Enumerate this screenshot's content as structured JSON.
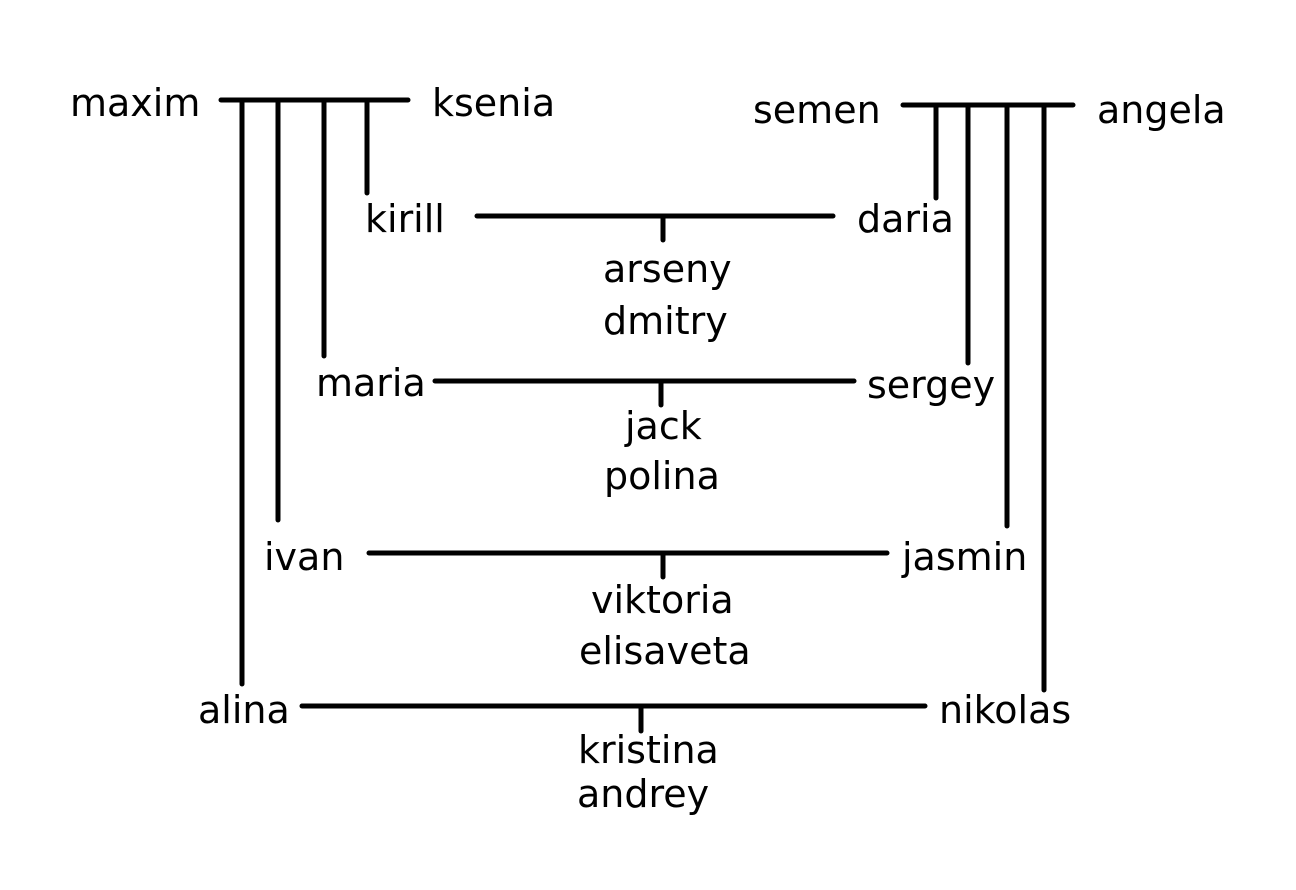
{
  "colors": {
    "line": "#000000",
    "background": "#ffffff"
  },
  "people": {
    "maxim": "maxim",
    "ksenia": "ksenia",
    "semen": "semen",
    "angela": "angela",
    "kirill": "kirill",
    "daria": "daria",
    "arseny": "arseny",
    "dmitry": "dmitry",
    "maria": "maria",
    "sergey": "sergey",
    "jack": "jack",
    "polina": "polina",
    "ivan": "ivan",
    "jasmin": "jasmin",
    "viktoria": "viktoria",
    "elisaveta": "elisaveta",
    "alina": "alina",
    "nikolas": "nikolas",
    "kristina": "kristina",
    "andrey": "andrey"
  },
  "couples": [
    {
      "partners": [
        "maxim",
        "ksenia"
      ],
      "children": [
        "kirill",
        "maria",
        "ivan",
        "alina"
      ]
    },
    {
      "partners": [
        "semen",
        "angela"
      ],
      "children": [
        "daria",
        "sergey",
        "jasmin",
        "nikolas"
      ]
    },
    {
      "partners": [
        "kirill",
        "daria"
      ],
      "children": [
        "arseny",
        "dmitry"
      ]
    },
    {
      "partners": [
        "maria",
        "sergey"
      ],
      "children": [
        "jack",
        "polina"
      ]
    },
    {
      "partners": [
        "ivan",
        "jasmin"
      ],
      "children": [
        "viktoria",
        "elisaveta"
      ]
    },
    {
      "partners": [
        "alina",
        "nikolas"
      ],
      "children": [
        "kristina",
        "andrey"
      ]
    }
  ]
}
